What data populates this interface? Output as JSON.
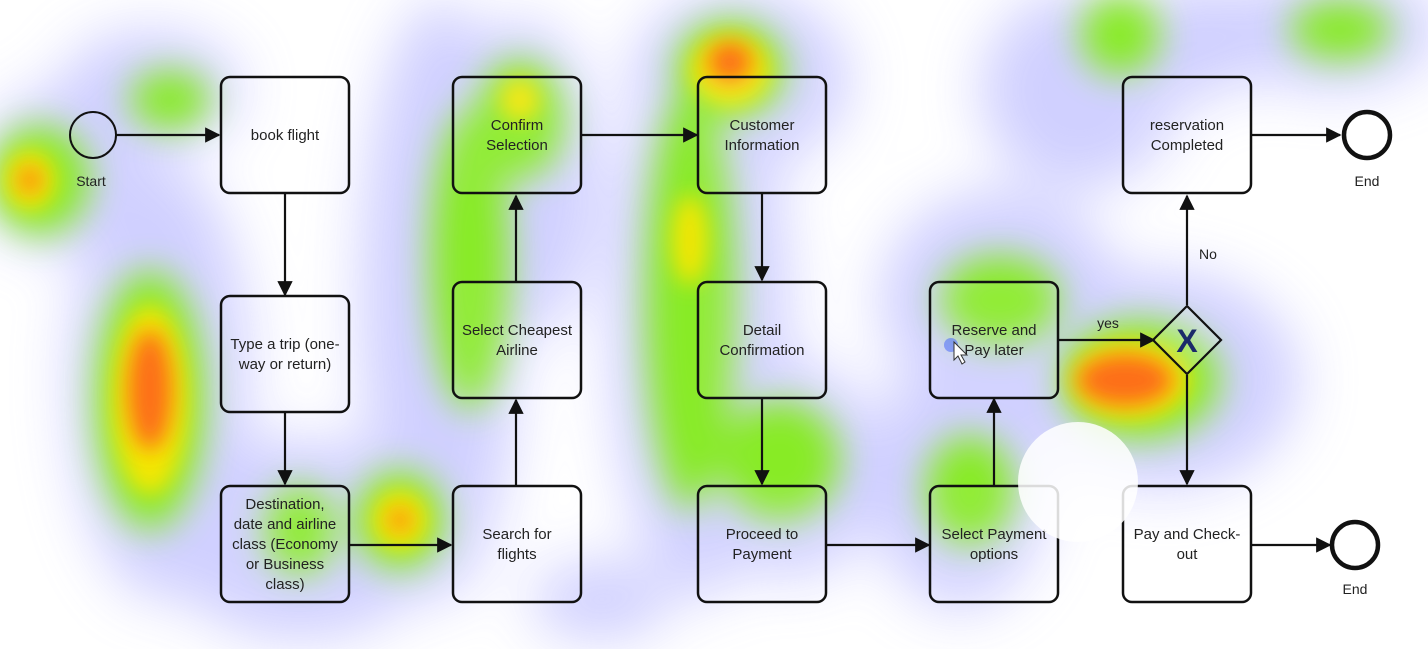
{
  "diagram": {
    "events": {
      "start": "Start",
      "end_top": "End",
      "end_bottom": "End"
    },
    "nodes": {
      "book_flight": [
        "book flight"
      ],
      "type_trip": [
        "Type a trip (one-",
        "way or return)"
      ],
      "destination": [
        "Destination,",
        "date and airline",
        "class (Economy",
        "or Business",
        "class)"
      ],
      "search_flights": [
        "Search for",
        "flights"
      ],
      "select_cheapest": [
        "Select Cheapest",
        "Airline"
      ],
      "confirm_selection": [
        "Confirm",
        "Selection"
      ],
      "customer_info": [
        "Customer",
        "Information"
      ],
      "detail_confirmation": [
        "Detail",
        "Confirmation"
      ],
      "proceed_payment": [
        "Proceed to",
        "Payment"
      ],
      "select_payment": [
        "Select Payment",
        "options"
      ],
      "reserve_pay_later": [
        "Reserve and",
        "Pay later"
      ],
      "reservation_completed": [
        "reservation",
        "Completed"
      ],
      "pay_checkout": [
        "Pay and Check-",
        "out"
      ]
    },
    "gateway": {
      "symbol": "X"
    },
    "edge_labels": {
      "yes": "yes",
      "no": "No"
    }
  },
  "colors": {
    "heat_low": "#c8c8ff",
    "heat_mid": "#7cf000",
    "heat_high": "#ffe600",
    "heat_hot": "#ff5a1e",
    "stroke": "#111111"
  }
}
